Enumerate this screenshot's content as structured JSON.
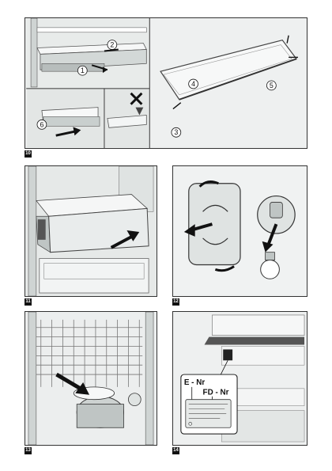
{
  "figures": [
    {
      "number": "10",
      "callouts": [
        "1",
        "2",
        "3",
        "4",
        "5",
        "6"
      ]
    },
    {
      "number": "11"
    },
    {
      "number": "12"
    },
    {
      "number": "13"
    },
    {
      "number": "14",
      "labels": {
        "e_nr": "E - Nr",
        "fd_nr": "FD - Nr"
      }
    }
  ]
}
